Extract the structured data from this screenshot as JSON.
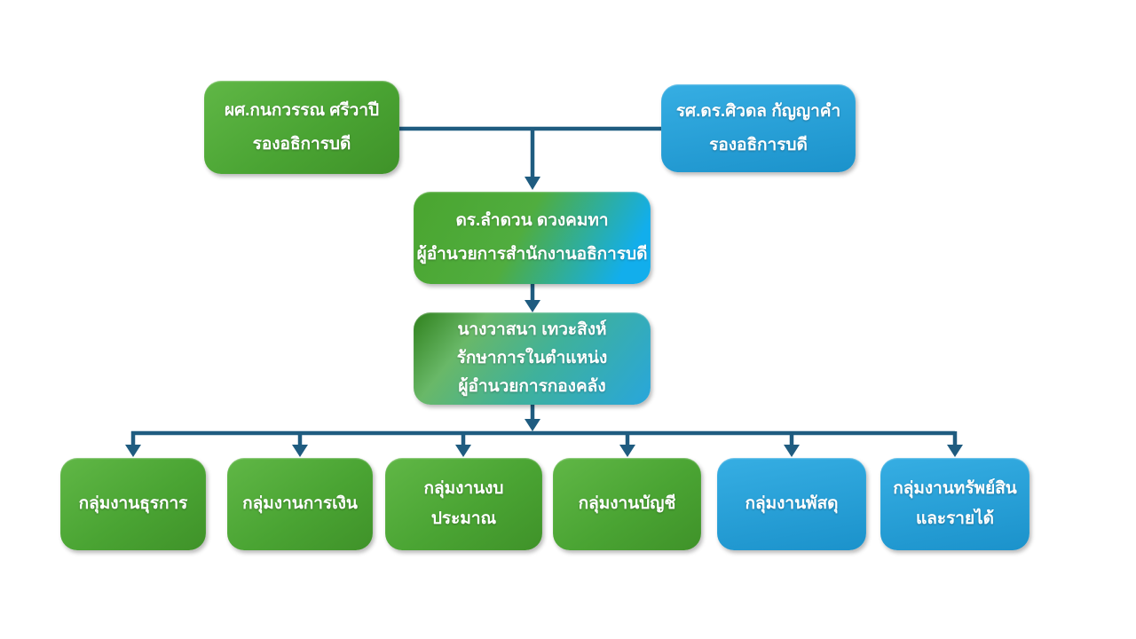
{
  "org": {
    "deputy_left": {
      "line1": "ผศ.กนกวรรณ ศรีวาปี",
      "line2": "รองอธิการบดี"
    },
    "deputy_right": {
      "line1": "รศ.ดร.ศิวดล กัญญาคำ",
      "line2": "รองอธิการบดี"
    },
    "director": {
      "line1": "ดร.ลำดวน ดวงคมทา",
      "line2": "ผู้อำนวยการสำนักงานอธิการบดี"
    },
    "acting": {
      "line1": "นางวาสนา เทวะสิงห์",
      "line2": "รักษาการในตำแหน่ง",
      "line3": "ผู้อำนวยการกองคลัง"
    },
    "units": [
      {
        "label": "กลุ่มงานธุรการ",
        "color": "green"
      },
      {
        "label": "กลุ่มงานการเงิน",
        "color": "green"
      },
      {
        "label": "กลุ่มงานงบประมาณ",
        "color": "green"
      },
      {
        "label": "กลุ่มงานบัญชี",
        "color": "green"
      },
      {
        "label": "กลุ่มงานพัสดุ",
        "color": "blue"
      },
      {
        "label": "กลุ่มงานทรัพย์สิน และรายได้",
        "color": "blue"
      }
    ],
    "colors": {
      "connector": "#1f5c80",
      "text": "#ffffff",
      "green_light": "#60b746",
      "green_mid": "#4aa433",
      "green_dark": "#3f9229",
      "blue_light": "#36aee3",
      "blue_dark": "#1b92cb",
      "grad1_green": "#4aa52f",
      "grad1_green2": "#50ad3f",
      "grad1_blue": "#12aeec",
      "grad2_dark_green": "#2f811c",
      "grad2_light_green": "#69b868",
      "grad2_teal": "#3fb19b",
      "grad2_blue": "#28a6dc"
    }
  }
}
